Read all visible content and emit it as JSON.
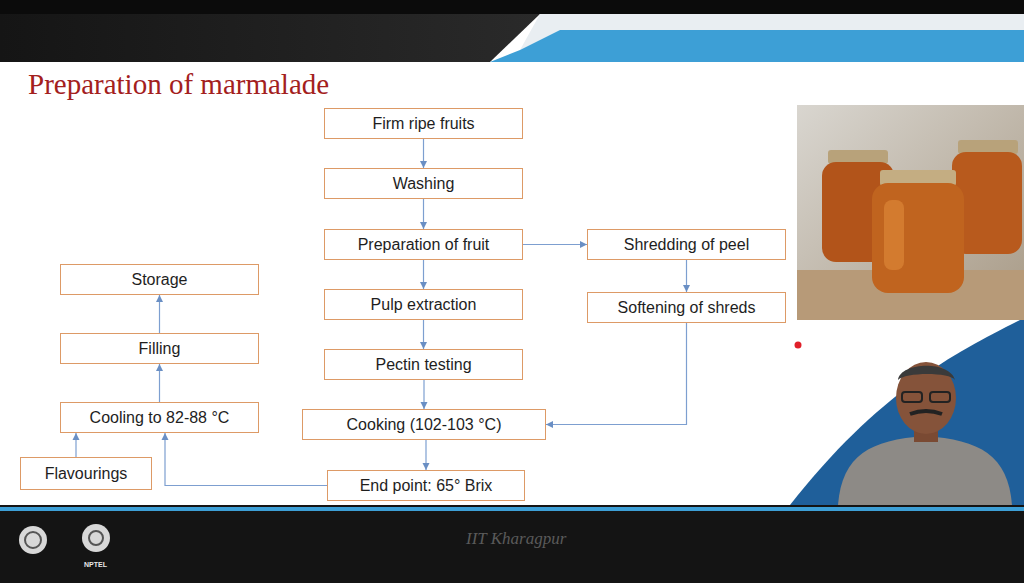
{
  "diagram": {
    "title": "Preparation of marmalade",
    "nodes": [
      {
        "text": [
          "Firm ripe fruits"
        ]
      },
      {
        "text": [
          "Washing"
        ]
      },
      {
        "text": [
          "Preparation of fruit"
        ]
      },
      {
        "text": [
          "Shredding of peel"
        ]
      },
      {
        "text": [
          "Storage"
        ]
      },
      {
        "text": [
          "Pulp extraction"
        ]
      },
      {
        "text": [
          "Softening of shreds"
        ]
      },
      {
        "text": [
          "Filling"
        ]
      },
      {
        "text": [
          "Pectin testing"
        ]
      },
      {
        "text": [
          "Cooling to 82-88 °C"
        ]
      },
      {
        "text": [
          "Cooking (102-103 °C)"
        ]
      },
      {
        "text": [
          "Flavourings"
        ]
      },
      {
        "text": [
          "End point: 65° Brix"
        ]
      }
    ],
    "edges": [
      {
        "from": 0,
        "to": 1,
        "arrow": "to"
      },
      {
        "from": 1,
        "to": 2,
        "arrow": "to"
      },
      {
        "from": 2,
        "to": 5,
        "arrow": "to"
      },
      {
        "from": 5,
        "to": 8,
        "arrow": "to"
      },
      {
        "from": 8,
        "to": 10,
        "arrow": "to"
      },
      {
        "from": 10,
        "to": 12,
        "arrow": "to"
      },
      {
        "from": 2,
        "to": 3,
        "arrow": "to"
      },
      {
        "from": 3,
        "to": 6,
        "arrow": "to"
      },
      {
        "from": 6,
        "to": 10,
        "arrow": "to"
      },
      {
        "from": 11,
        "to": 9,
        "arrow": "to"
      },
      {
        "from": 12,
        "to": 9,
        "arrow": "to"
      },
      {
        "from": 9,
        "to": 7,
        "arrow": "to"
      },
      {
        "from": 7,
        "to": 4,
        "arrow": "to"
      }
    ],
    "labels": [
      "IIT Kharagpur",
      "NPTEL"
    ]
  }
}
